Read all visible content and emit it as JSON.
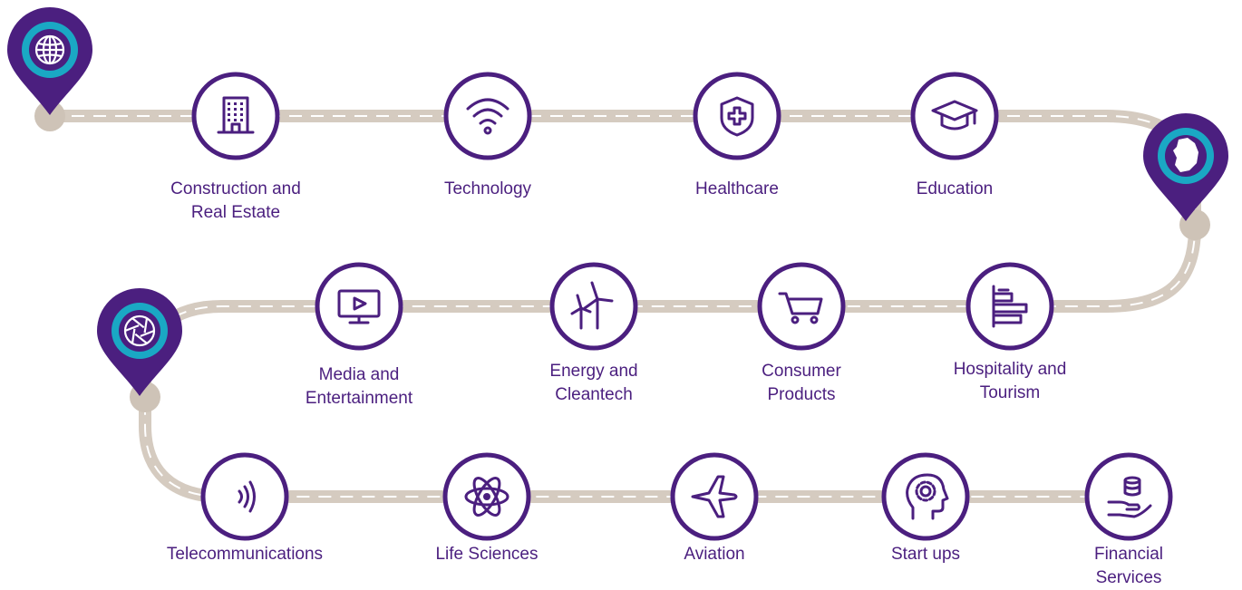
{
  "colors": {
    "purple": "#4b1f7f",
    "teal": "#1aa8c4",
    "road": "#d5cbc0",
    "dash": "#ffffff",
    "node": "#cec3b7"
  },
  "pins": [
    {
      "icon": "globe-icon"
    },
    {
      "icon": "ireland-map-icon"
    },
    {
      "icon": "aperture-icon"
    }
  ],
  "sectors": [
    {
      "lines": [
        "Construction and",
        "Real Estate"
      ],
      "icon": "building-icon"
    },
    {
      "lines": [
        "Technology"
      ],
      "icon": "wifi-icon"
    },
    {
      "lines": [
        "Healthcare"
      ],
      "icon": "medical-shield-icon"
    },
    {
      "lines": [
        "Education"
      ],
      "icon": "graduation-cap-icon"
    },
    {
      "lines": [
        "Media and",
        "Entertainment"
      ],
      "icon": "monitor-play-icon"
    },
    {
      "lines": [
        "Energy and",
        "Cleantech"
      ],
      "icon": "wind-turbine-icon"
    },
    {
      "lines": [
        "Consumer",
        "Products"
      ],
      "icon": "shopping-cart-icon"
    },
    {
      "lines": [
        "Hospitality and",
        "Tourism"
      ],
      "icon": "hotel-bed-icon"
    },
    {
      "lines": [
        "Telecommunications"
      ],
      "icon": "signal-waves-icon"
    },
    {
      "lines": [
        "Life Sciences"
      ],
      "icon": "atom-icon"
    },
    {
      "lines": [
        "Aviation"
      ],
      "icon": "airplane-icon"
    },
    {
      "lines": [
        "Start ups"
      ],
      "icon": "head-gear-icon"
    },
    {
      "lines": [
        "Financial",
        "Services"
      ],
      "icon": "hand-coins-icon"
    }
  ]
}
